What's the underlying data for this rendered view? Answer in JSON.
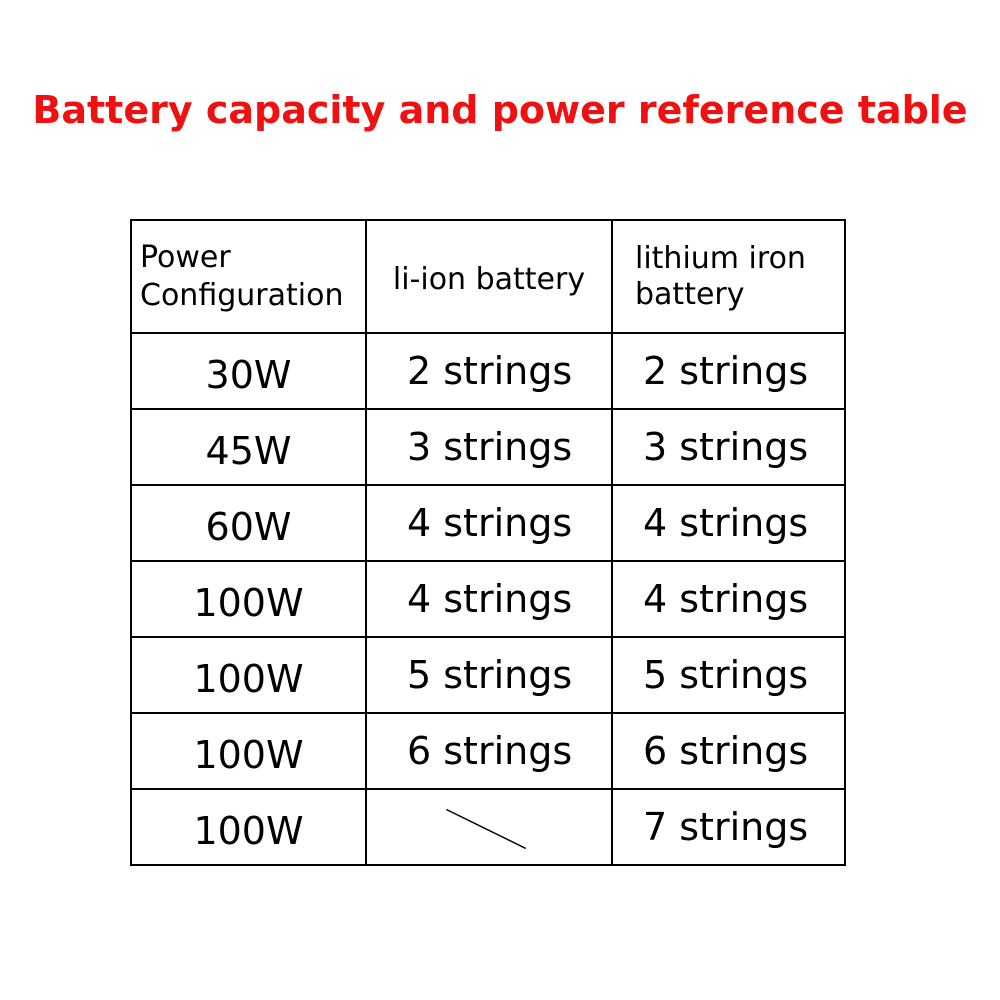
{
  "title": "Battery capacity and power reference table",
  "colors": {
    "title": "#ee1111",
    "text": "#000000",
    "border": "#000000",
    "background": "#ffffff"
  },
  "table": {
    "headers": {
      "power_line1": "Power",
      "power_line2": "Configuration",
      "liion": "li-ion battery",
      "lifepo_line1": "lithium iron",
      "lifepo_line2": "battery"
    },
    "rows": [
      {
        "power": "30W",
        "liion": "2 strings",
        "lifepo": "2 strings"
      },
      {
        "power": "45W",
        "liion": "3 strings",
        "lifepo": "3 strings"
      },
      {
        "power": "60W",
        "liion": "4 strings",
        "lifepo": "4 strings"
      },
      {
        "power": "100W",
        "liion": "4 strings",
        "lifepo": "4 strings"
      },
      {
        "power": "100W",
        "liion": "5 strings",
        "lifepo": "5 strings"
      },
      {
        "power": "100W",
        "liion": "6 strings",
        "lifepo": "6 strings"
      },
      {
        "power": "100W",
        "liion": "",
        "lifepo": "7 strings"
      }
    ]
  }
}
